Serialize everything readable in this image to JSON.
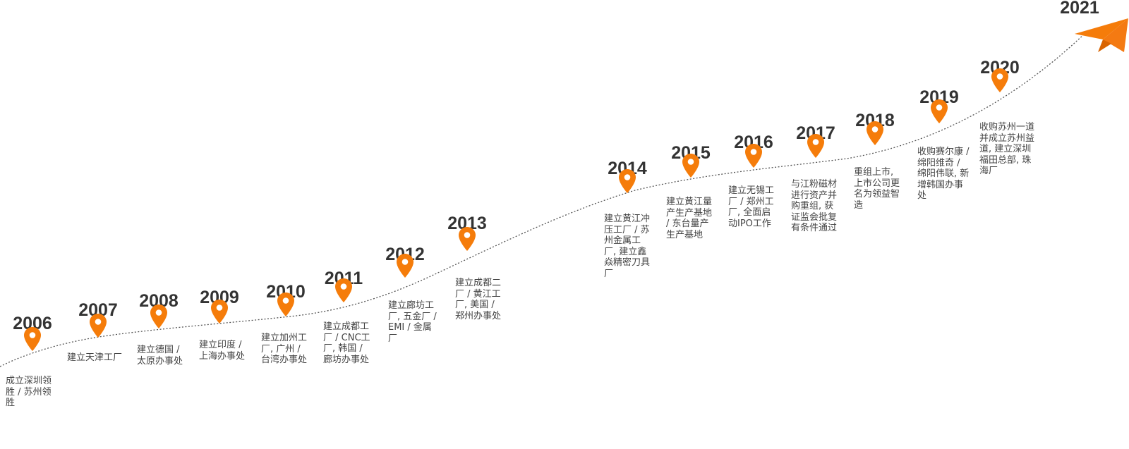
{
  "colors": {
    "accent": "#f57c0a",
    "year_text": "#333333",
    "desc_text": "#444444",
    "path": "#555555"
  },
  "final_year": "2021",
  "final_icon": "paper-plane-icon",
  "milestone_icon": "map-pin-icon",
  "milestones": [
    {
      "year": "2006",
      "text": "成立深圳领\n胜 / 苏州领\n胜"
    },
    {
      "year": "2007",
      "text": "建立天津工厂"
    },
    {
      "year": "2008",
      "text": "建立德国 /\n太原办事处"
    },
    {
      "year": "2009",
      "text": "建立印度 /\n上海办事处"
    },
    {
      "year": "2010",
      "text": "建立加州工\n厂, 广州 /\n台湾办事处"
    },
    {
      "year": "2011",
      "text": "建立成都工\n厂 / CNC工\n厂, 韩国 /\n廊坊办事处"
    },
    {
      "year": "2012",
      "text": "建立廊坊工\n厂, 五金厂 /\nEMI / 金属\n厂"
    },
    {
      "year": "2013",
      "text": "建立成都二\n厂 / 黄江工\n厂, 美国 /\n郑州办事处"
    },
    {
      "year": "2014",
      "text": "建立黄江冲\n压工厂 / 苏\n州金属工\n厂, 建立鑫\n焱精密刀具\n厂"
    },
    {
      "year": "2015",
      "text": "建立黄江量\n产生产基地\n/ 东台量产\n生产基地"
    },
    {
      "year": "2016",
      "text": "建立无锡工\n厂 / 郑州工\n厂, 全面启\n动IPO工作"
    },
    {
      "year": "2017",
      "text": "与江粉磁材\n进行资产并\n购重组, 获\n证监会批复\n有条件通过"
    },
    {
      "year": "2018",
      "text": "重组上市,\n上市公司更\n名为领益智\n造"
    },
    {
      "year": "2019",
      "text": "收购赛尔康 /\n绵阳维奇 /\n绵阳伟联, 新\n增韩国办事\n处"
    },
    {
      "year": "2020",
      "text": "收购苏州一道\n并成立苏州益\n道, 建立深圳\n福田总部, 珠\n海厂"
    }
  ]
}
